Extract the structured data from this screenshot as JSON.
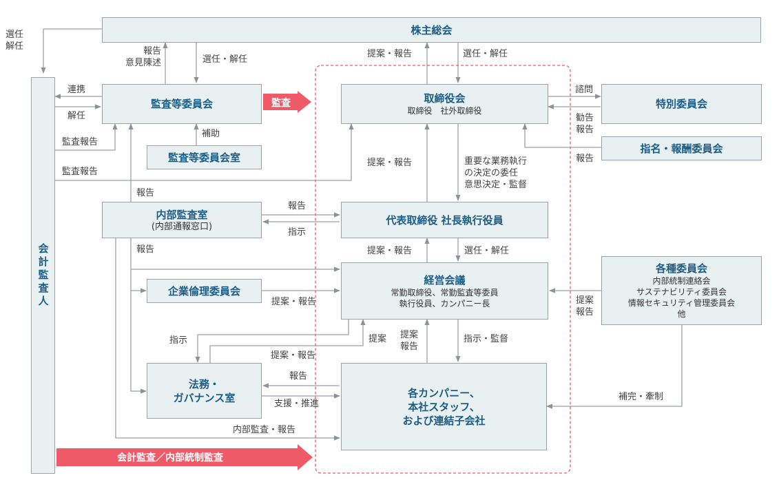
{
  "colors": {
    "box_fill": "#e8f0f2",
    "title_blue": "#1c5d86",
    "accent_red": "#ee5a67",
    "line": "#9aa0a4"
  },
  "boxes": {
    "shareholders": "株主総会",
    "audit_committee": "監査等委員会",
    "audit_committee_office": "監査等委員会室",
    "board": {
      "title": "取締役会",
      "sub": "取締役　社外取締役"
    },
    "special_committee": "特別委員会",
    "nomination_committee": "指名・報酬委員会",
    "internal_audit": {
      "title": "内部監査室",
      "sub": "(内部通報窓口)"
    },
    "president": "代表取締役 社長執行役員",
    "ethics_committee": "企業倫理委員会",
    "management_meeting": {
      "title": "経営会議",
      "sub1": "常勤取締役、常勤監査等委員",
      "sub2": "執行役員、カンパニー長"
    },
    "committees": {
      "title": "各種委員会",
      "line1": "内部統制連絡会",
      "line2": "サステナビリティ委員会",
      "line3": "情報セキュリティ管理委員会",
      "line4": "他"
    },
    "legal": {
      "line1": "法務・",
      "line2": "ガバナンス室"
    },
    "companies": {
      "line1": "各カンパニー、",
      "line2": "本社スタッフ、",
      "line3": "および連結子会社"
    },
    "auditor": "会計監査人"
  },
  "labels": {
    "elect_dismiss_left": {
      "a": "選任",
      "b": "解任"
    },
    "report_opinion": {
      "a": "報告",
      "b": "意見陳述"
    },
    "elect_dismiss_1": "選任・解任",
    "propose_report_1": "提案・報告",
    "elect_dismiss_2": "選任・解任",
    "consult": "諮問",
    "advise_report": {
      "a": "勧告",
      "b": "報告"
    },
    "report_nomination": "報告",
    "cooperation": "連携",
    "dismiss": "解任",
    "assist": "補助",
    "audit_report_1": "監査報告",
    "audit_report_2": "監査報告",
    "propose_report_2": "提案・報告",
    "delegation": {
      "a": "重要な業務執行",
      "b": "の決定の委任",
      "c": "意思決定・監督"
    },
    "report_internal_up": "報告",
    "report_to_president": "報告",
    "instruct_to_internal": "指示",
    "report_internal_down": "報告",
    "propose_report_3": "提案・報告",
    "elect_dismiss_3": "選任・解任",
    "propose_report_ethics": "提案・報告",
    "propose_report_committees": {
      "a": "提案",
      "b": "報告"
    },
    "instruct_legal": "指示",
    "propose": "提案",
    "propose_report_companies": {
      "a": "提案",
      "b": "報告"
    },
    "instruct_supervise": "指示・監督",
    "propose_report_legal": "提案・報告",
    "report_legal": "報告",
    "support": "支援・推進",
    "internal_audit_report": "内部監査・報告",
    "supplement_check": "補完・牽制",
    "audit_arrow": "監査",
    "accounting_audit_arrow": "会計監査／内部統制監査"
  }
}
